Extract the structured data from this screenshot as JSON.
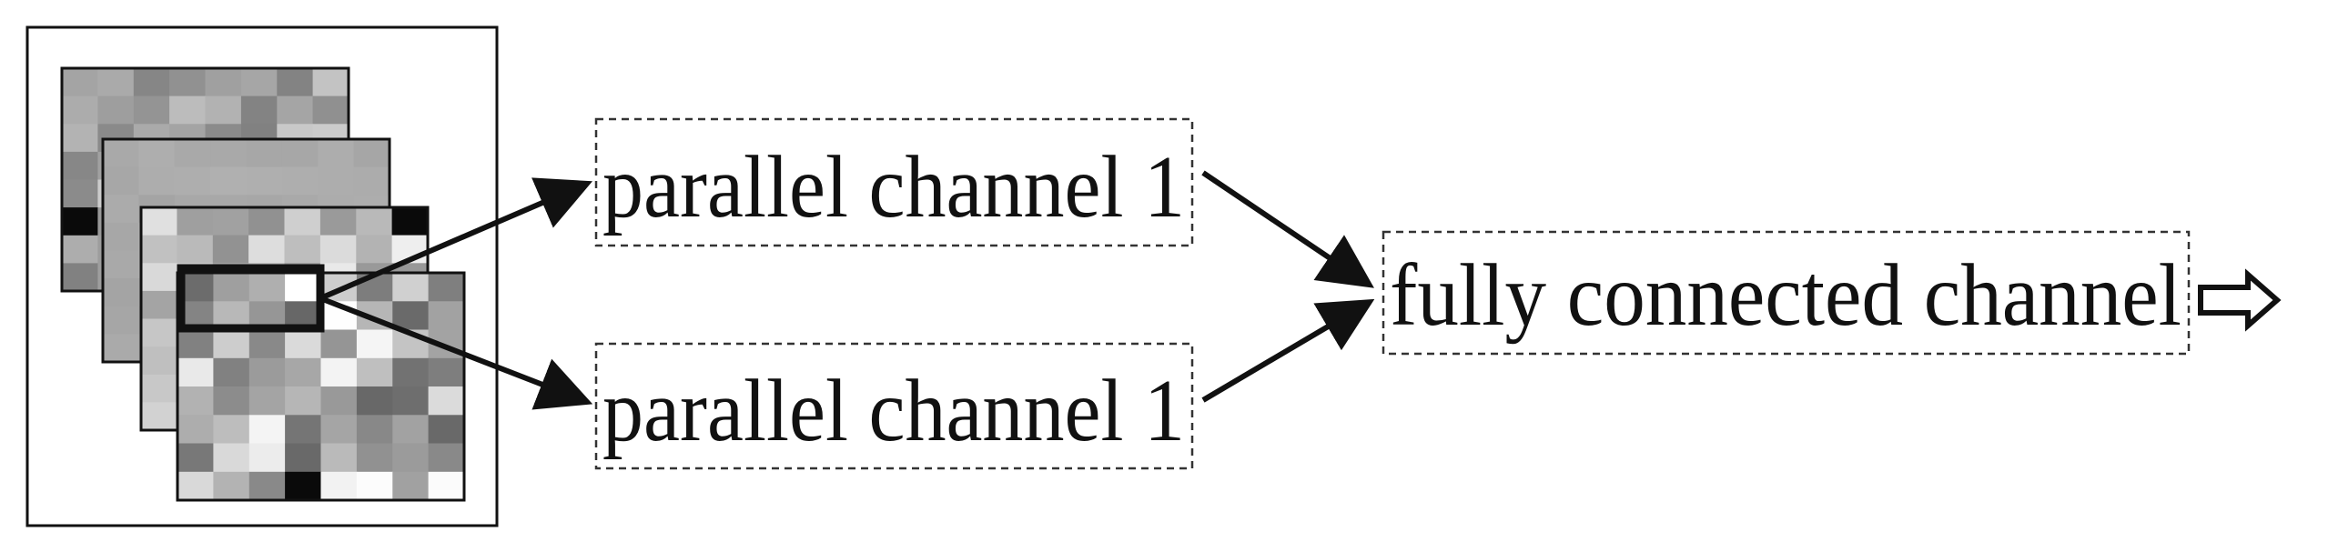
{
  "nodes": {
    "channel_top": "parallel channel 1",
    "channel_bottom": "parallel channel 1",
    "fully_connected": "fully connected channel"
  },
  "colors": {
    "ink": "#111111",
    "background": "#ffffff",
    "box_border": "#333333"
  },
  "icons": {
    "output_arrow": "hollow-right-arrow-icon",
    "feature_maps": "pixel-grid-icon"
  }
}
